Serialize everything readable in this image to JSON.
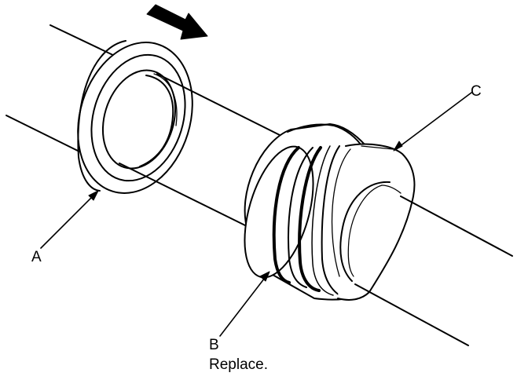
{
  "labels": {
    "a": "A",
    "b": "B",
    "b_note": "Replace.",
    "c": "C"
  },
  "colors": {
    "line": "#000000",
    "fill": "#ffffff"
  }
}
